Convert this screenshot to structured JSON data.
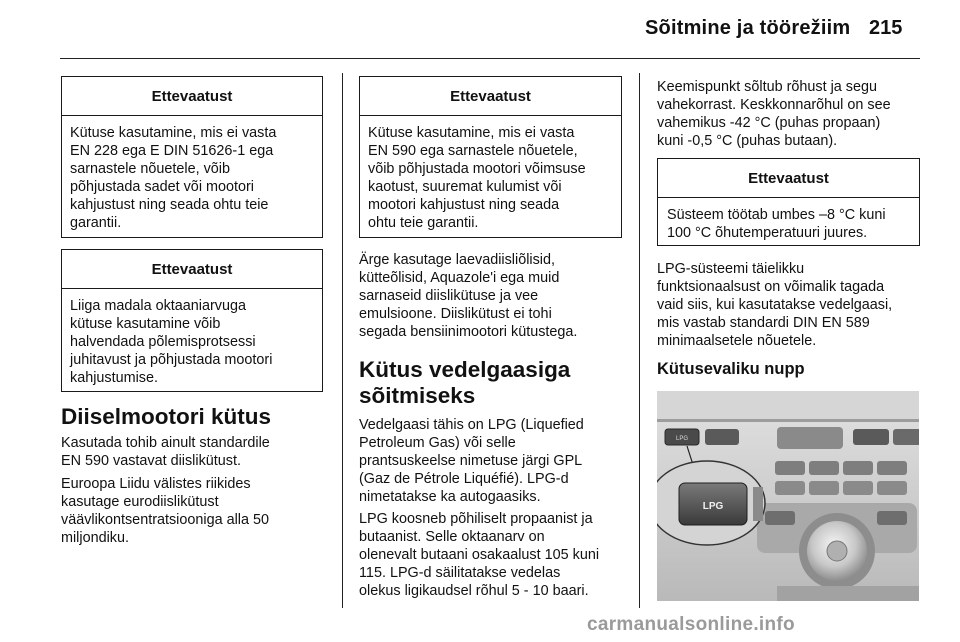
{
  "header": {
    "title": "Sõitmine ja töörežiim",
    "page_number": "215"
  },
  "col1": {
    "warning1": {
      "title": "Ettevaatust",
      "lines": [
        "Kütuse kasutamine, mis ei vasta",
        "EN 228 ega E DIN 51626-1 ega",
        "sarnastele nõuetele, võib",
        "põhjustada sadet või mootori",
        "kahjustust ning seada ohtu teie",
        "garantii."
      ]
    },
    "warning2": {
      "title": "Ettevaatust",
      "lines": [
        "Liiga madala oktaaniarvuga",
        "kütuse kasutamine võib",
        "halvendada põlemisprotsessi",
        "juhitavust ja põhjustada mootori",
        "kahjustumise."
      ]
    },
    "heading": "Diiselmootori kütus",
    "para1": [
      "Kasutada tohib ainult standardile",
      "EN 590 vastavat diislikütust."
    ],
    "para2": [
      "Euroopa Liidu välistes riikides",
      "kasutage eurodiislikütust",
      "väävlikontsentratsiooniga alla 50",
      "miljondiku."
    ]
  },
  "col2": {
    "warning": {
      "title": "Ettevaatust",
      "lines": [
        "Kütuse kasutamine, mis ei vasta",
        "EN 590 ega sarnastele nõuetele,",
        "võib põhjustada mootori võimsuse",
        "kaotust, suuremat kulumist või",
        "mootori kahjustust ning seada",
        "ohtu teie garantii."
      ]
    },
    "para1": [
      "Ärge kasutage laevadiisliõlisid,",
      "kütteõlisid, Aquazole'i ega muid",
      "sarnaseid diislikütuse ja vee",
      "emulsioone. Diislikütust ei tohi",
      "segada bensiinimootori kütustega."
    ],
    "heading": [
      "Kütus vedelgaasiga",
      "sõitmiseks"
    ],
    "para2": [
      "Vedelgaasi tähis on LPG (Liquefied",
      "Petroleum Gas) või selle",
      "prantsuskeelse nimetuse järgi GPL",
      "(Gaz de Pétrole Liquéfié). LPG-d",
      "nimetatakse ka autogaasiks."
    ],
    "para3": [
      "LPG koosneb põhiliselt propaanist ja",
      "butaanist. Selle oktaanarv on",
      "olenevalt butaani osakaalust 105 kuni",
      "115. LPG-d säilitatakse vedelas",
      "olekus ligikaudsel rõhul 5 - 10 baari."
    ]
  },
  "col3": {
    "para1": [
      "Keemispunkt sõltub rõhust ja segu",
      "vahekorrast. Keskkonnarõhul on see",
      "vahemikus -42 °C (puhas propaan)",
      "kuni -0,5 °C (puhas butaan)."
    ],
    "warning": {
      "title": "Ettevaatust",
      "lines": [
        "Süsteem töötab umbes –8 °C kuni",
        "100 °C õhutemperatuuri juures."
      ]
    },
    "para2": [
      "LPG-süsteemi täielikku",
      "funktsionaalsust on võimalik tagada",
      "vaid siis, kui kasutatakse vedelgaasi,",
      "mis vastab standardi DIN EN 589",
      "minimaalsetele nõuetele."
    ],
    "heading": "Kütusevaliku nupp",
    "photo": {
      "button_label_small": "LPG",
      "button_label_large": "LPG"
    }
  },
  "watermark": "carmanualsonline.info"
}
